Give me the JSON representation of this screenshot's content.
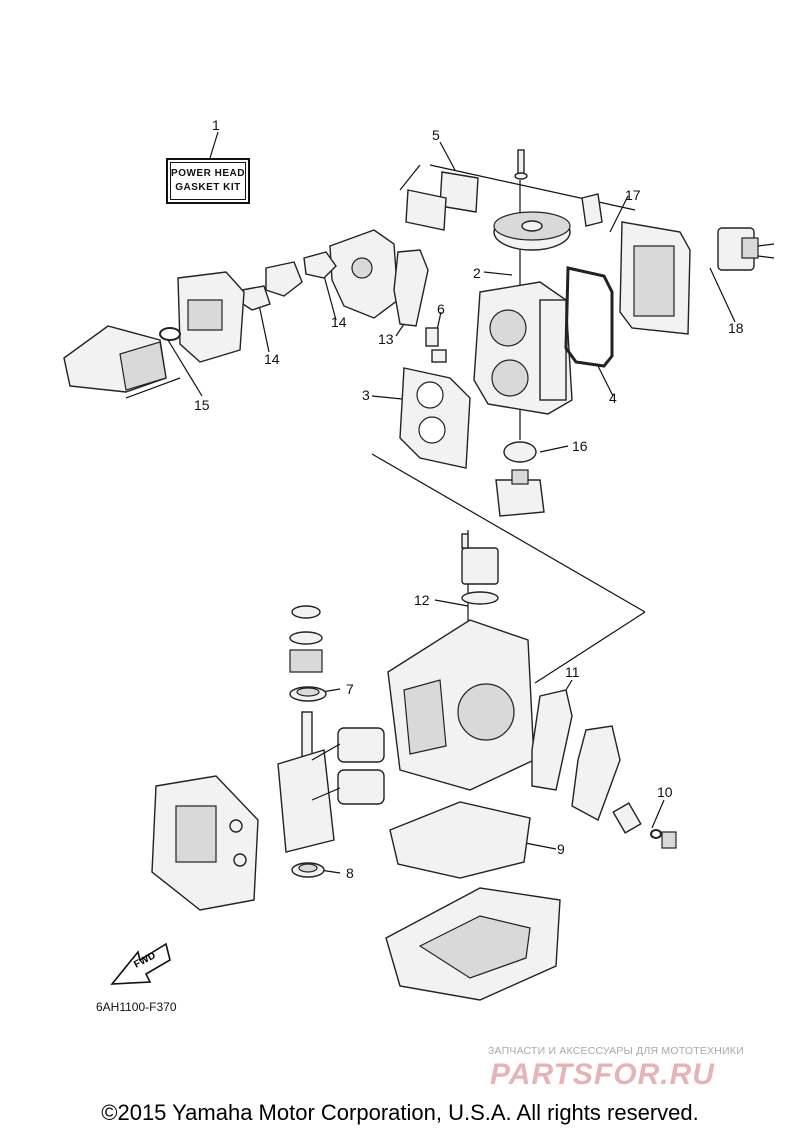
{
  "diagram_code": "6AH1100-F370",
  "kit_label": {
    "line1": "POWER HEAD",
    "line2": "GASKET KIT"
  },
  "fwd_label": "FWD",
  "callouts": [
    "1",
    "2",
    "3",
    "4",
    "5",
    "6",
    "7",
    "8",
    "9",
    "10",
    "11",
    "12",
    "13",
    "14",
    "14",
    "15",
    "16",
    "17",
    "18"
  ],
  "watermark": {
    "tagline": "ЗАПЧАСТИ И АКСЕССУАРЫ ДЛЯ МОТОТЕХНИКИ",
    "logo": "PARTSFOR.RU"
  },
  "copyright": "©2015 Yamaha Motor Corporation, U.S.A. All rights reserved."
}
